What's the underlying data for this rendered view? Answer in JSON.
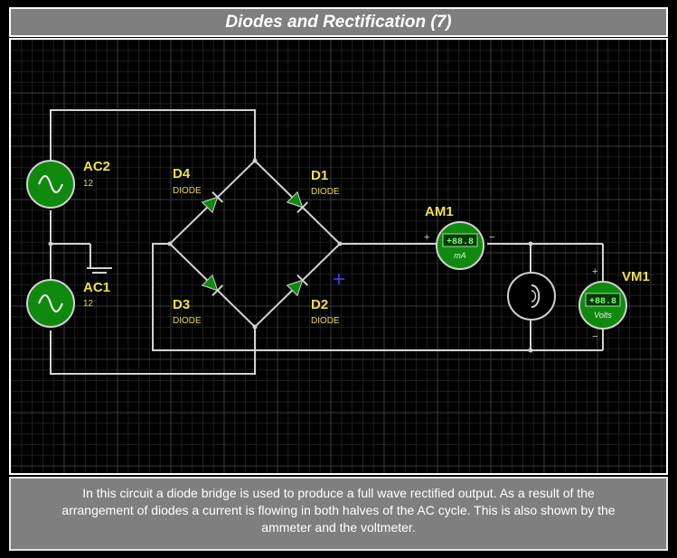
{
  "title": "Diodes and Rectification (7)",
  "description": "In this circuit a diode bridge is used to produce a full wave rectified output.  As a result of the arrangement of diodes a current is flowing in both halves of the AC cycle.  This is also shown by the ammeter and the voltmeter.",
  "components": {
    "ac2": {
      "label": "AC2",
      "value": "12"
    },
    "ac1": {
      "label": "AC1",
      "value": "12"
    },
    "d4": {
      "label": "D4",
      "type": "DIODE"
    },
    "d1": {
      "label": "D1",
      "type": "DIODE"
    },
    "d3": {
      "label": "D3",
      "type": "DIODE"
    },
    "d2": {
      "label": "D2",
      "type": "DIODE"
    },
    "am1": {
      "label": "AM1",
      "reading": "+88.8",
      "unit": "mA",
      "plus": "+",
      "minus": "−"
    },
    "vm1": {
      "label": "VM1",
      "reading": "+88.8",
      "unit": "Volts",
      "plus": "+",
      "minus": "−"
    }
  },
  "colors": {
    "background": "#000000",
    "panel": "#7f7f7f",
    "wire": "#d2d2d2",
    "component_green": "#0f8a0f",
    "label_yellow": "#f0e04a"
  }
}
